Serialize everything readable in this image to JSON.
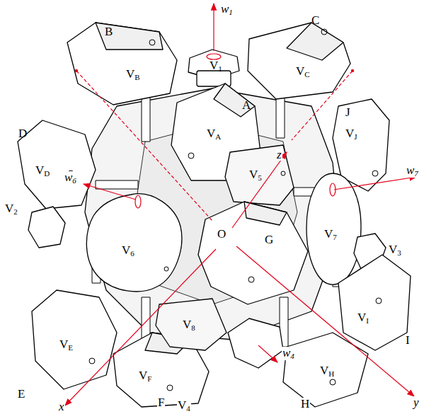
{
  "diagram": {
    "labels": [
      "B",
      "C",
      "w1",
      "V1",
      "VB",
      "VC",
      "VA",
      "A",
      "J",
      "VJ",
      "D",
      "VD",
      "z",
      "V5",
      "w7",
      "V7",
      "w6",
      "V2",
      "V6",
      "O",
      "G",
      "V3",
      "VI",
      "I",
      "VE",
      "V8",
      "E",
      "VF",
      "VH",
      "H",
      "y",
      "x",
      "F",
      "V4",
      "w4"
    ]
  }
}
